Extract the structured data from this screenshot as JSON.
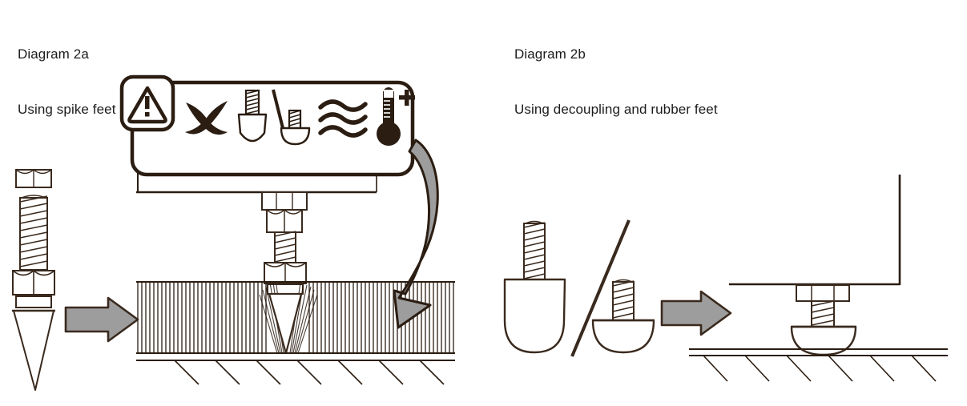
{
  "document": {
    "type": "technical-installation-diagram",
    "subject": "Loudspeaker foot installation: spike feet vs decoupling/rubber feet"
  },
  "colors": {
    "ink": "#3a2a1e",
    "ink_dark": "#2b1d12",
    "text": "#1c1c1c",
    "arrow_fill": "#9d9d9d",
    "arrow_stroke": "#3a2a1e",
    "paper": "#ffffff"
  },
  "panel_a": {
    "caption_title": "Diagram 2a",
    "caption_subtitle": "Using spike feet",
    "warning_label": {
      "name": "warning-label",
      "icons": [
        {
          "name": "warning-triangle-icon",
          "meaning": "caution"
        },
        {
          "name": "cross-x-icon",
          "meaning": "do not"
        },
        {
          "name": "spike-foot-icon",
          "meaning": "spike foot"
        },
        {
          "name": "slash-divider-icon",
          "meaning": "or"
        },
        {
          "name": "rubber-foot-icon",
          "meaning": "rubber foot"
        },
        {
          "name": "waves-icon",
          "meaning": "moisture / wet"
        },
        {
          "name": "thermometer-icon",
          "meaning": "heat"
        },
        {
          "name": "plus-sign-icon",
          "meaning": "high temperature"
        }
      ]
    },
    "parts": {
      "loose_nut": "hex-nut",
      "threaded_shaft": "threaded-screw",
      "lock_nut": "hex-lock-nut",
      "washer": "washer",
      "spike_tip": "conical-spike"
    },
    "surfaces": {
      "cabinet": "speaker-cabinet-base",
      "carpet": "carpet-pile",
      "subfloor": "hard-subfloor"
    },
    "arrows": {
      "install_arrow": "straight-arrow-right",
      "callout_arrow": "curved-arrow-to-carpet"
    }
  },
  "panel_b": {
    "caption_title": "Diagram 2b",
    "caption_subtitle": "Using decoupling and rubber feet",
    "parts": {
      "decoupling_foot": "decoupling-foot",
      "divider": "slash-divider",
      "rubber_foot": "rubber-foot",
      "threaded_shaft": "threaded-screw",
      "hex_nut": "hex-nut"
    },
    "surfaces": {
      "cabinet": "speaker-cabinet-base",
      "subfloor": "hard-subfloor"
    },
    "arrows": {
      "install_arrow": "straight-arrow-right"
    }
  }
}
